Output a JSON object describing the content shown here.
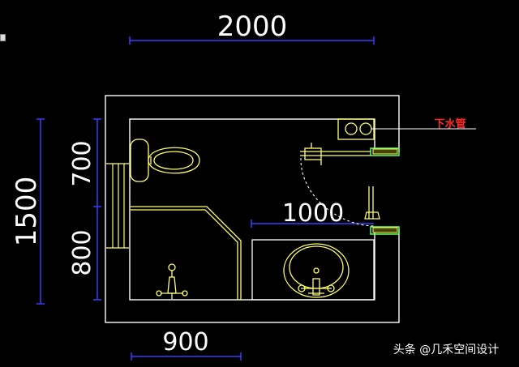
{
  "dimensions": {
    "top_width": "2000",
    "left_total": "1500",
    "left_upper": "700",
    "left_lower": "800",
    "interior": "1000",
    "bottom": "900"
  },
  "labels": {
    "drain_pipe": "下水管"
  },
  "watermark": "头条 @几禾空间设计",
  "colors": {
    "background": "#000000",
    "walls": "#ffffff",
    "fixtures": "#ffff66",
    "dimension_lines": "#3333ff",
    "dimension_text": "#ffffff",
    "label_text": "#ff2a2a",
    "door_panel": "#66ff66"
  }
}
